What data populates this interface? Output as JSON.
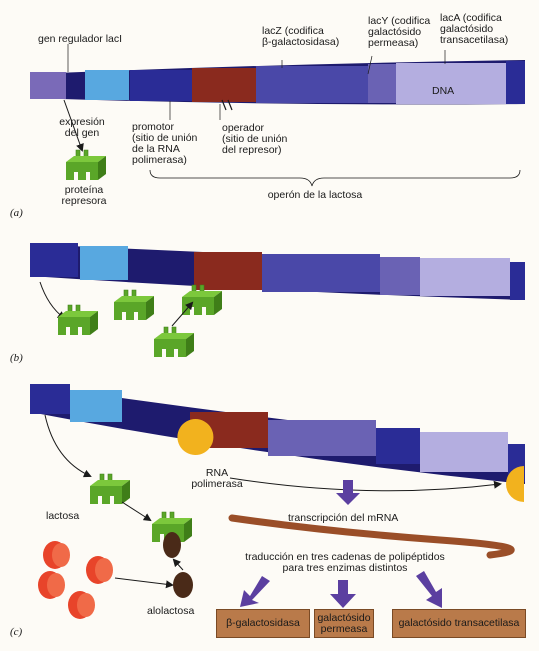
{
  "colors": {
    "gene_purple": "#7a6ab8",
    "regulator_lightblue": "#58a8e0",
    "dark_navy": "#1e1b6e",
    "promoter_blue": "#2a2c96",
    "operator_red": "#8a2a1e",
    "lacZ_violet": "#4a48a8",
    "lacY_purple": "#6a62b4",
    "lacA_lavender": "#b4aee0",
    "repressor_green": "#5aa628",
    "polymerase_orange": "#f2b21e",
    "lactose_red": "#e8442a",
    "allolactose_brown": "#4a2a18",
    "mrna_brown": "#9a4e28",
    "enzyme_box": "#b97a4a",
    "arrow_purple": "#5b3fa0"
  },
  "panel_a": {
    "label": "(a)",
    "regulator_gene": "gen regulador lacI",
    "lacZ": "lacZ (codifica\nβ-galactosidasa)",
    "lacY": "lacY (codifica\ngalactósido\npermeasa)",
    "lacA": "lacA (codifica\ngalactósido\ntransacetilasa)",
    "dna": "DNA",
    "gene_expression": "expresión\ndel gen",
    "promoter": "promotor\n(sitio de unión\nde la RNA\npolimerasa)",
    "operator": "operador\n(sitio de unión\ndel represor)",
    "repressor_protein": "proteína\nrepresora",
    "operon": "operón de la lactosa"
  },
  "panel_b": {
    "label": "(b)"
  },
  "panel_c": {
    "label": "(c)",
    "rna_polymerase": "RNA\npolimerasa",
    "lactose": "lactosa",
    "allolactose": "alolactosa",
    "mrna_transcription": "transcripción del mRNA",
    "translation": "traducción en tres cadenas de polipéptidos\npara tres enzimas distintos",
    "enzyme1": "β-galactosidasa",
    "enzyme2": "galactósido\npermeasa",
    "enzyme3": "galactósido transacetilasa"
  }
}
